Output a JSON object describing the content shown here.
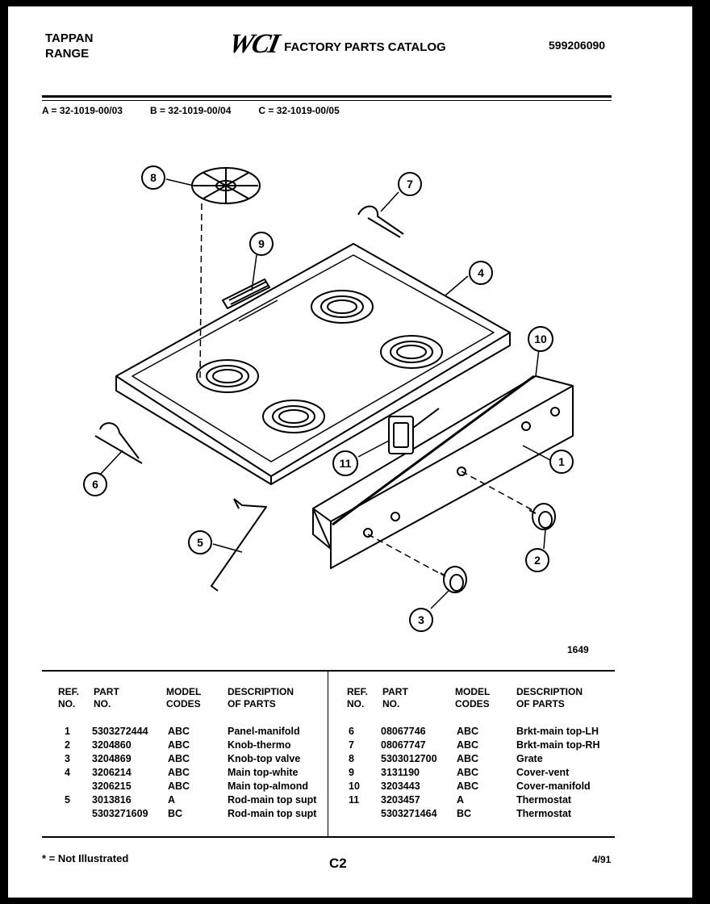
{
  "header": {
    "brand": "TAPPAN",
    "product": "RANGE",
    "logo": "WCI",
    "catalog_title": "FACTORY PARTS CATALOG",
    "catalog_number": "599206090"
  },
  "model_codes": [
    "A = 32-1019-00/03",
    "B = 32-1019-00/04",
    "C = 32-1019-00/05"
  ],
  "callouts": [
    "1",
    "2",
    "3",
    "4",
    "5",
    "6",
    "7",
    "8",
    "9",
    "10",
    "11"
  ],
  "figure_number": "1649",
  "table": {
    "headers": [
      {
        "ref": "REF.\nNO.",
        "part": "PART\nNO.",
        "codes": "MODEL\nCODES",
        "desc": "DESCRIPTION\nOF PARTS"
      },
      {
        "ref": "REF.\nNO.",
        "part": "PART\nNO.",
        "codes": "MODEL\nCODES",
        "desc": "DESCRIPTION\nOF PARTS"
      }
    ],
    "left_rows": [
      {
        "ref": "1",
        "part": "5303272444",
        "codes": "ABC",
        "desc": "Panel-manifold"
      },
      {
        "ref": "2",
        "part": "3204860",
        "codes": "ABC",
        "desc": "Knob-thermo"
      },
      {
        "ref": "3",
        "part": "3204869",
        "codes": "ABC",
        "desc": "Knob-top valve"
      },
      {
        "ref": "4",
        "part": "3206214",
        "codes": "ABC",
        "desc": "Main top-white"
      },
      {
        "ref": "",
        "part": "3206215",
        "codes": "ABC",
        "desc": "Main top-almond"
      },
      {
        "ref": "5",
        "part": "3013816",
        "codes": "A",
        "desc": "Rod-main top supt"
      },
      {
        "ref": "",
        "part": "5303271609",
        "codes": "BC",
        "desc": "Rod-main top supt"
      }
    ],
    "right_rows": [
      {
        "ref": "6",
        "part": "08067746",
        "codes": "ABC",
        "desc": "Brkt-main top-LH"
      },
      {
        "ref": "7",
        "part": "08067747",
        "codes": "ABC",
        "desc": "Brkt-main top-RH"
      },
      {
        "ref": "8",
        "part": "5303012700",
        "codes": "ABC",
        "desc": "Grate"
      },
      {
        "ref": "9",
        "part": "3131190",
        "codes": "ABC",
        "desc": "Cover-vent"
      },
      {
        "ref": "10",
        "part": "3203443",
        "codes": "ABC",
        "desc": "Cover-manifold"
      },
      {
        "ref": "11",
        "part": "3203457",
        "codes": "A",
        "desc": "Thermostat"
      },
      {
        "ref": "",
        "part": "5303271464",
        "codes": "BC",
        "desc": "Thermostat"
      }
    ]
  },
  "footer": {
    "footnote": "* = Not Illustrated",
    "page_code": "C2",
    "date": "4/91"
  }
}
